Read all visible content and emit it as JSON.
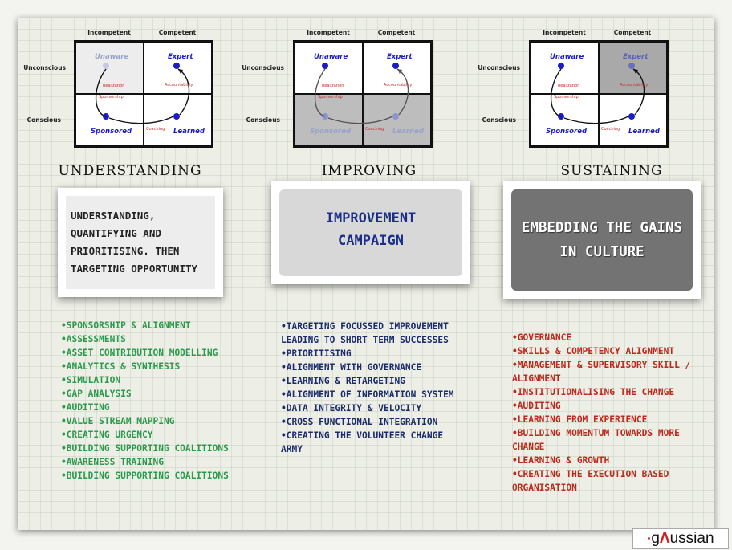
{
  "matrix_labels": {
    "incompetent": "Incompetent",
    "competent": "Competent",
    "unconscious": "Unconscious",
    "conscious": "Conscious",
    "unaware": "Unaware",
    "expert": "Expert",
    "sponsored": "Sponsored",
    "learned": "Learned",
    "realization": "Realization",
    "sponsorship": "Sponsorship",
    "accountability": "Accountability",
    "coaching": "Coaching"
  },
  "columns": [
    {
      "title": "UNDERSTANDING",
      "card_text": "UNDERSTANDING, QUANTIFYING AND PRIORITISING. THEN TARGETING OPPORTUNITY",
      "bullets": [
        "•SPONSORSHIP & ALIGNMENT",
        "•ASSESSMENTS",
        "•ASSET CONTRIBUTION MODELLING",
        "•ANALYTICS & SYNTHESIS",
        "•SIMULATION",
        "•GAP ANALYSIS",
        "•AUDITING",
        "•VALUE STREAM MAPPING",
        "•CREATING URGENCY",
        "•BUILDING SUPPORTING COALITIONS",
        "•AWARENESS TRAINING",
        "•BUILDING SUPPORTING COALITIONS"
      ]
    },
    {
      "title": "IMPROVING",
      "card_text": "IMPROVEMENT CAMPAIGN",
      "bullets": [
        "•TARGETING FOCUSSED IMPROVEMENT LEADING TO SHORT TERM SUCCESSES",
        "•PRIORITISING",
        "•ALIGNMENT WITH GOVERNANCE",
        "•LEARNING & RETARGETING",
        "•ALIGNMENT OF INFORMATION SYSTEM",
        "•DATA INTEGRITY & VELOCITY",
        "•CROSS FUNCTIONAL INTEGRATION",
        "•CREATING THE VOLUNTEER CHANGE ARMY"
      ]
    },
    {
      "title": "SUSTAINING",
      "card_text": "EMBEDDING THE GAINS IN CULTURE",
      "bullets": [
        "•GOVERNANCE",
        "•SKILLS & COMPETENCY ALIGNMENT",
        "•MANAGEMENT & SUPERVISORY SKILL / ALIGNMENT",
        "•INSTITUTIONALISING THE CHANGE",
        "•AUDITING",
        "•LEARNING FROM EXPERIENCE",
        "•BUILDING MOMENTUM TOWARDS MORE CHANGE",
        "•LEARNING & GROWTH",
        "•CREATING THE EXECUTION BASED ORGANISATION"
      ]
    }
  ],
  "logo": {
    "dot": "•",
    "pre": "g",
    "mark": "Λ",
    "post": "ussian"
  },
  "colors": {
    "green_text": "#2c9a4d",
    "blue_text": "#1b2b6b",
    "red_text": "#bb2a1c",
    "node_blue": "#1b1bc9",
    "highlight_grey": "#bdbdbd"
  }
}
